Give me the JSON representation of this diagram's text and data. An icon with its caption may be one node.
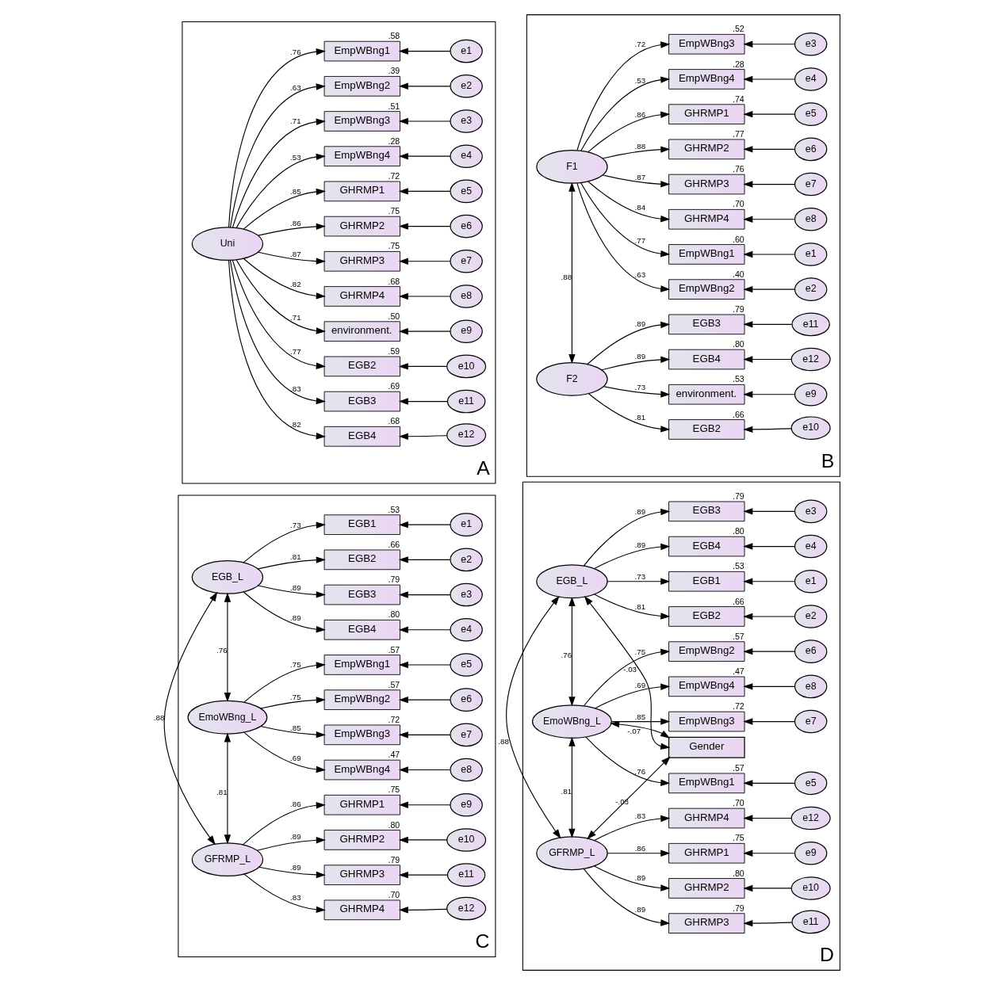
{
  "diagram": {
    "nodes": [
      {
        "text": [
          "A"
        ]
      },
      {
        "text": [
          "Uni"
        ],
        "in": 0
      },
      {
        "text": [
          "EmpWBng1"
        ],
        "beside": [
          ".58"
        ],
        "in": 0
      },
      {
        "text": [
          "EmpWBng2"
        ],
        "beside": [
          ".39"
        ],
        "in": 0
      },
      {
        "text": [
          "EmpWBng3"
        ],
        "beside": [
          ".51"
        ],
        "in": 0
      },
      {
        "text": [
          "EmpWBng4"
        ],
        "beside": [
          ".28"
        ],
        "in": 0
      },
      {
        "text": [
          "GHRMP1"
        ],
        "beside": [
          ".72"
        ],
        "in": 0
      },
      {
        "text": [
          "GHRMP2"
        ],
        "beside": [
          ".75"
        ],
        "in": 0
      },
      {
        "text": [
          "GHRMP3"
        ],
        "beside": [
          ".75"
        ],
        "in": 0
      },
      {
        "text": [
          "GHRMP4"
        ],
        "beside": [
          ".68"
        ],
        "in": 0
      },
      {
        "text": [
          "environment."
        ],
        "beside": [
          ".50"
        ],
        "in": 0
      },
      {
        "text": [
          "EGB2"
        ],
        "beside": [
          ".59"
        ],
        "in": 0
      },
      {
        "text": [
          "EGB3"
        ],
        "beside": [
          ".69"
        ],
        "in": 0
      },
      {
        "text": [
          "EGB4"
        ],
        "beside": [
          ".68"
        ],
        "in": 0
      },
      {
        "text": [
          "e1"
        ],
        "in": 0
      },
      {
        "text": [
          "e2"
        ],
        "in": 0
      },
      {
        "text": [
          "e3"
        ],
        "in": 0
      },
      {
        "text": [
          "e4"
        ],
        "in": 0
      },
      {
        "text": [
          "e5"
        ],
        "in": 0
      },
      {
        "text": [
          "e6"
        ],
        "in": 0
      },
      {
        "text": [
          "e7"
        ],
        "in": 0
      },
      {
        "text": [
          "e8"
        ],
        "in": 0
      },
      {
        "text": [
          "e9"
        ],
        "in": 0
      },
      {
        "text": [
          "e10"
        ],
        "in": 0
      },
      {
        "text": [
          "e11"
        ],
        "in": 0
      },
      {
        "text": [
          "e12"
        ],
        "in": 0
      },
      {
        "text": [
          "B"
        ]
      },
      {
        "text": [
          "F1"
        ],
        "in": 26
      },
      {
        "text": [
          "F2"
        ],
        "in": 26
      },
      {
        "text": [
          "EmpWBng1"
        ],
        "beside": [
          ".60"
        ],
        "in": 26
      },
      {
        "text": [
          "EmpWBng2"
        ],
        "beside": [
          ".40"
        ],
        "in": 26
      },
      {
        "text": [
          "EmpWBng3"
        ],
        "beside": [
          ".52"
        ],
        "in": 26
      },
      {
        "text": [
          "EmpWBng4"
        ],
        "beside": [
          ".28"
        ],
        "in": 26
      },
      {
        "text": [
          "GHRMP1"
        ],
        "beside": [
          ".74"
        ],
        "in": 26
      },
      {
        "text": [
          "GHRMP2"
        ],
        "beside": [
          ".77"
        ],
        "in": 26
      },
      {
        "text": [
          "GHRMP3"
        ],
        "beside": [
          ".76"
        ],
        "in": 26
      },
      {
        "text": [
          "GHRMP4"
        ],
        "beside": [
          ".70"
        ],
        "in": 26
      },
      {
        "text": [
          "environment."
        ],
        "beside": [
          ".53"
        ],
        "in": 26
      },
      {
        "text": [
          "EGB2"
        ],
        "beside": [
          ".66"
        ],
        "in": 26
      },
      {
        "text": [
          "EGB3"
        ],
        "beside": [
          ".79"
        ],
        "in": 26
      },
      {
        "text": [
          "EGB4"
        ],
        "beside": [
          ".80"
        ],
        "in": 26
      },
      {
        "text": [
          "e1"
        ],
        "in": 26
      },
      {
        "text": [
          "e2"
        ],
        "in": 26
      },
      {
        "text": [
          "e3"
        ],
        "in": 26
      },
      {
        "text": [
          "e4"
        ],
        "in": 26
      },
      {
        "text": [
          "e5"
        ],
        "in": 26
      },
      {
        "text": [
          "e6"
        ],
        "in": 26
      },
      {
        "text": [
          "e7"
        ],
        "in": 26
      },
      {
        "text": [
          "e8"
        ],
        "in": 26
      },
      {
        "text": [
          "e9"
        ],
        "in": 26
      },
      {
        "text": [
          "e10"
        ],
        "in": 26
      },
      {
        "text": [
          "e11"
        ],
        "in": 26
      },
      {
        "text": [
          "e12"
        ],
        "in": 26
      },
      {
        "text": [
          "C"
        ]
      },
      {
        "text": [
          "EGB_L"
        ],
        "in": 53
      },
      {
        "text": [
          "EmoWBng_L"
        ],
        "in": 53
      },
      {
        "text": [
          "GFRMP_L"
        ],
        "in": 53
      },
      {
        "text": [
          "EGB1"
        ],
        "beside": [
          ".53"
        ],
        "in": 53
      },
      {
        "text": [
          "EGB2"
        ],
        "beside": [
          ".66"
        ],
        "in": 53
      },
      {
        "text": [
          "EGB3"
        ],
        "beside": [
          ".79"
        ],
        "in": 53
      },
      {
        "text": [
          "EGB4"
        ],
        "beside": [
          ".80"
        ],
        "in": 53
      },
      {
        "text": [
          "EmpWBng1"
        ],
        "beside": [
          ".57"
        ],
        "in": 53
      },
      {
        "text": [
          "EmpWBng2"
        ],
        "beside": [
          ".57"
        ],
        "in": 53
      },
      {
        "text": [
          "EmpWBng3"
        ],
        "beside": [
          ".72"
        ],
        "in": 53
      },
      {
        "text": [
          "EmpWBng4"
        ],
        "beside": [
          ".47"
        ],
        "in": 53
      },
      {
        "text": [
          "GHRMP1"
        ],
        "beside": [
          ".75"
        ],
        "in": 53
      },
      {
        "text": [
          "GHRMP2"
        ],
        "beside": [
          ".80"
        ],
        "in": 53
      },
      {
        "text": [
          "GHRMP3"
        ],
        "beside": [
          ".79"
        ],
        "in": 53
      },
      {
        "text": [
          "GHRMP4"
        ],
        "beside": [
          ".70"
        ],
        "in": 53
      },
      {
        "text": [
          "e1"
        ],
        "in": 53
      },
      {
        "text": [
          "e2"
        ],
        "in": 53
      },
      {
        "text": [
          "e3"
        ],
        "in": 53
      },
      {
        "text": [
          "e4"
        ],
        "in": 53
      },
      {
        "text": [
          "e5"
        ],
        "in": 53
      },
      {
        "text": [
          "e6"
        ],
        "in": 53
      },
      {
        "text": [
          "e7"
        ],
        "in": 53
      },
      {
        "text": [
          "e8"
        ],
        "in": 53
      },
      {
        "text": [
          "e9"
        ],
        "in": 53
      },
      {
        "text": [
          "e10"
        ],
        "in": 53
      },
      {
        "text": [
          "e11"
        ],
        "in": 53
      },
      {
        "text": [
          "e12"
        ],
        "in": 53
      },
      {
        "text": [
          "D"
        ]
      },
      {
        "text": [
          "EGB_L"
        ],
        "in": 81
      },
      {
        "text": [
          "EmoWBng_L"
        ],
        "in": 81
      },
      {
        "text": [
          "GFRMP_L"
        ],
        "in": 81
      },
      {
        "text": [
          "EGB1"
        ],
        "beside": [
          ".53"
        ],
        "in": 81
      },
      {
        "text": [
          "EGB2"
        ],
        "beside": [
          ".66"
        ],
        "in": 81
      },
      {
        "text": [
          "EGB3"
        ],
        "beside": [
          ".79"
        ],
        "in": 81
      },
      {
        "text": [
          "EGB4"
        ],
        "beside": [
          ".80"
        ],
        "in": 81
      },
      {
        "text": [
          "EmpWBng1"
        ],
        "beside": [
          ".57"
        ],
        "in": 81
      },
      {
        "text": [
          "EmpWBng2"
        ],
        "beside": [
          ".57"
        ],
        "in": 81
      },
      {
        "text": [
          "EmpWBng3"
        ],
        "beside": [
          ".72"
        ],
        "in": 81
      },
      {
        "text": [
          "EmpWBng4"
        ],
        "beside": [
          ".47"
        ],
        "in": 81
      },
      {
        "text": [
          "GHRMP1"
        ],
        "beside": [
          ".75"
        ],
        "in": 81
      },
      {
        "text": [
          "GHRMP2"
        ],
        "beside": [
          ".80"
        ],
        "in": 81
      },
      {
        "text": [
          "GHRMP3"
        ],
        "beside": [
          ".79"
        ],
        "in": 81
      },
      {
        "text": [
          "GHRMP4"
        ],
        "beside": [
          ".70"
        ],
        "in": 81
      },
      {
        "text": [
          "e1"
        ],
        "in": 81
      },
      {
        "text": [
          "e2"
        ],
        "in": 81
      },
      {
        "text": [
          "e3"
        ],
        "in": 81
      },
      {
        "text": [
          "e4"
        ],
        "in": 81
      },
      {
        "text": [
          "e5"
        ],
        "in": 81
      },
      {
        "text": [
          "e6"
        ],
        "in": 81
      },
      {
        "text": [
          "e7"
        ],
        "in": 81
      },
      {
        "text": [
          "e8"
        ],
        "in": 81
      },
      {
        "text": [
          "e9"
        ],
        "in": 81
      },
      {
        "text": [
          "e10"
        ],
        "in": 81
      },
      {
        "text": [
          "e11"
        ],
        "in": 81
      },
      {
        "text": [
          "e12"
        ],
        "in": 81
      },
      {
        "text": [
          "Gender"
        ],
        "in": 81
      }
    ],
    "edges": [
      {
        "from": 1,
        "to": 2,
        "arrow": "to",
        "label": ".76"
      },
      {
        "from": 1,
        "to": 3,
        "arrow": "to",
        "label": ".63"
      },
      {
        "from": 1,
        "to": 4,
        "arrow": "to",
        "label": ".71"
      },
      {
        "from": 1,
        "to": 5,
        "arrow": "to",
        "label": ".53"
      },
      {
        "from": 1,
        "to": 6,
        "arrow": "to",
        "label": ".85"
      },
      {
        "from": 1,
        "to": 7,
        "arrow": "to",
        "label": ".86"
      },
      {
        "from": 1,
        "to": 8,
        "arrow": "to",
        "label": ".87"
      },
      {
        "from": 1,
        "to": 9,
        "arrow": "to",
        "label": ".82"
      },
      {
        "from": 1,
        "to": 10,
        "arrow": "to",
        "label": ".71"
      },
      {
        "from": 1,
        "to": 11,
        "arrow": "to",
        "label": ".77"
      },
      {
        "from": 1,
        "to": 12,
        "arrow": "to",
        "label": ".83"
      },
      {
        "from": 1,
        "to": 13,
        "arrow": "to",
        "label": ".82"
      },
      {
        "from": 14,
        "to": 2,
        "arrow": "to"
      },
      {
        "from": 15,
        "to": 3,
        "arrow": "to"
      },
      {
        "from": 16,
        "to": 4,
        "arrow": "to"
      },
      {
        "from": 17,
        "to": 5,
        "arrow": "to"
      },
      {
        "from": 18,
        "to": 6,
        "arrow": "to"
      },
      {
        "from": 19,
        "to": 7,
        "arrow": "to"
      },
      {
        "from": 20,
        "to": 8,
        "arrow": "to"
      },
      {
        "from": 21,
        "to": 9,
        "arrow": "to"
      },
      {
        "from": 22,
        "to": 10,
        "arrow": "to"
      },
      {
        "from": 23,
        "to": 11,
        "arrow": "to"
      },
      {
        "from": 24,
        "to": 12,
        "arrow": "to"
      },
      {
        "from": 25,
        "to": 13,
        "arrow": "to"
      },
      {
        "from": 27,
        "to": 29,
        "arrow": "to",
        "label": ".77"
      },
      {
        "from": 27,
        "to": 30,
        "arrow": "to",
        "label": ".63"
      },
      {
        "from": 27,
        "to": 31,
        "arrow": "to",
        "label": ".72"
      },
      {
        "from": 27,
        "to": 32,
        "arrow": "to",
        "label": ".53"
      },
      {
        "from": 27,
        "to": 33,
        "arrow": "to",
        "label": ".86"
      },
      {
        "from": 27,
        "to": 34,
        "arrow": "to",
        "label": ".88"
      },
      {
        "from": 27,
        "to": 35,
        "arrow": "to",
        "label": ".87"
      },
      {
        "from": 27,
        "to": 36,
        "arrow": "to",
        "label": ".84"
      },
      {
        "from": 28,
        "to": 37,
        "arrow": "to",
        "label": ".73"
      },
      {
        "from": 28,
        "to": 38,
        "arrow": "to",
        "label": ".81"
      },
      {
        "from": 28,
        "to": 39,
        "arrow": "to",
        "label": ".89"
      },
      {
        "from": 28,
        "to": 40,
        "arrow": "to",
        "label": ".89"
      },
      {
        "from": 41,
        "to": 29,
        "arrow": "to"
      },
      {
        "from": 42,
        "to": 30,
        "arrow": "to"
      },
      {
        "from": 43,
        "to": 31,
        "arrow": "to"
      },
      {
        "from": 44,
        "to": 32,
        "arrow": "to"
      },
      {
        "from": 45,
        "to": 33,
        "arrow": "to"
      },
      {
        "from": 46,
        "to": 34,
        "arrow": "to"
      },
      {
        "from": 47,
        "to": 35,
        "arrow": "to"
      },
      {
        "from": 48,
        "to": 36,
        "arrow": "to"
      },
      {
        "from": 49,
        "to": 37,
        "arrow": "to"
      },
      {
        "from": 50,
        "to": 38,
        "arrow": "to"
      },
      {
        "from": 51,
        "to": 39,
        "arrow": "to"
      },
      {
        "from": 52,
        "to": 40,
        "arrow": "to"
      },
      {
        "from": 27,
        "to": 28,
        "arrow": "both",
        "label": ".88"
      },
      {
        "from": 54,
        "to": 57,
        "arrow": "to",
        "label": ".73"
      },
      {
        "from": 54,
        "to": 58,
        "arrow": "to",
        "label": ".81"
      },
      {
        "from": 54,
        "to": 59,
        "arrow": "to",
        "label": ".89"
      },
      {
        "from": 54,
        "to": 60,
        "arrow": "to",
        "label": ".89"
      },
      {
        "from": 55,
        "to": 61,
        "arrow": "to",
        "label": ".75"
      },
      {
        "from": 55,
        "to": 62,
        "arrow": "to",
        "label": ".75"
      },
      {
        "from": 55,
        "to": 63,
        "arrow": "to",
        "label": ".85"
      },
      {
        "from": 55,
        "to": 64,
        "arrow": "to",
        "label": ".69"
      },
      {
        "from": 56,
        "to": 65,
        "arrow": "to",
        "label": ".86"
      },
      {
        "from": 56,
        "to": 66,
        "arrow": "to",
        "label": ".89"
      },
      {
        "from": 56,
        "to": 67,
        "arrow": "to",
        "label": ".89"
      },
      {
        "from": 56,
        "to": 68,
        "arrow": "to",
        "label": ".83"
      },
      {
        "from": 69,
        "to": 57,
        "arrow": "to"
      },
      {
        "from": 70,
        "to": 58,
        "arrow": "to"
      },
      {
        "from": 71,
        "to": 59,
        "arrow": "to"
      },
      {
        "from": 72,
        "to": 60,
        "arrow": "to"
      },
      {
        "from": 73,
        "to": 61,
        "arrow": "to"
      },
      {
        "from": 74,
        "to": 62,
        "arrow": "to"
      },
      {
        "from": 75,
        "to": 63,
        "arrow": "to"
      },
      {
        "from": 76,
        "to": 64,
        "arrow": "to"
      },
      {
        "from": 77,
        "to": 65,
        "arrow": "to"
      },
      {
        "from": 78,
        "to": 66,
        "arrow": "to"
      },
      {
        "from": 79,
        "to": 67,
        "arrow": "to"
      },
      {
        "from": 80,
        "to": 68,
        "arrow": "to"
      },
      {
        "from": 54,
        "to": 55,
        "arrow": "both",
        "label": ".76"
      },
      {
        "from": 54,
        "to": 56,
        "arrow": "both",
        "label": ".88"
      },
      {
        "from": 55,
        "to": 56,
        "arrow": "both",
        "label": ".81"
      },
      {
        "from": 82,
        "to": 85,
        "arrow": "to",
        "label": ".73"
      },
      {
        "from": 82,
        "to": 86,
        "arrow": "to",
        "label": ".81"
      },
      {
        "from": 82,
        "to": 87,
        "arrow": "to",
        "label": ".89"
      },
      {
        "from": 82,
        "to": 88,
        "arrow": "to",
        "label": ".89"
      },
      {
        "from": 83,
        "to": 89,
        "arrow": "to",
        "label": ".76"
      },
      {
        "from": 83,
        "to": 90,
        "arrow": "to",
        "label": ".75"
      },
      {
        "from": 83,
        "to": 91,
        "arrow": "to",
        "label": ".85"
      },
      {
        "from": 83,
        "to": 92,
        "arrow": "to",
        "label": ".69"
      },
      {
        "from": 84,
        "to": 93,
        "arrow": "to",
        "label": ".86"
      },
      {
        "from": 84,
        "to": 94,
        "arrow": "to",
        "label": ".89"
      },
      {
        "from": 84,
        "to": 95,
        "arrow": "to",
        "label": ".89"
      },
      {
        "from": 84,
        "to": 96,
        "arrow": "to",
        "label": ".83"
      },
      {
        "from": 97,
        "to": 85,
        "arrow": "to"
      },
      {
        "from": 98,
        "to": 86,
        "arrow": "to"
      },
      {
        "from": 99,
        "to": 87,
        "arrow": "to"
      },
      {
        "from": 100,
        "to": 88,
        "arrow": "to"
      },
      {
        "from": 101,
        "to": 89,
        "arrow": "to"
      },
      {
        "from": 102,
        "to": 90,
        "arrow": "to"
      },
      {
        "from": 103,
        "to": 91,
        "arrow": "to"
      },
      {
        "from": 104,
        "to": 92,
        "arrow": "to"
      },
      {
        "from": 105,
        "to": 93,
        "arrow": "to"
      },
      {
        "from": 106,
        "to": 94,
        "arrow": "to"
      },
      {
        "from": 107,
        "to": 95,
        "arrow": "to"
      },
      {
        "from": 108,
        "to": 96,
        "arrow": "to"
      },
      {
        "from": 82,
        "to": 83,
        "arrow": "both",
        "label": ".76"
      },
      {
        "from": 82,
        "to": 84,
        "arrow": "both",
        "label": ".88"
      },
      {
        "from": 83,
        "to": 84,
        "arrow": "both",
        "label": ".81"
      },
      {
        "from": 109,
        "to": 82,
        "arrow": "both",
        "label": "-.03"
      },
      {
        "from": 109,
        "to": 83,
        "arrow": "both",
        "label": "-.07"
      },
      {
        "from": 109,
        "to": 84,
        "arrow": "both",
        "label": "-.03"
      }
    ]
  }
}
